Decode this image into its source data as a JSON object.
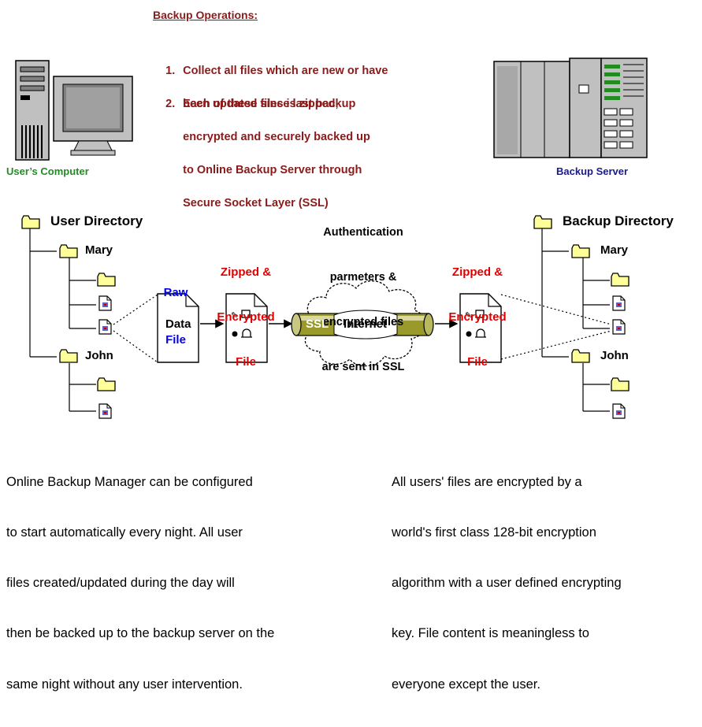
{
  "operations": {
    "title": "Backup Operations:",
    "steps": [
      {
        "number": "1.",
        "lines": [
          "Collect all files which are new or have",
          "been updated since last backup"
        ]
      },
      {
        "number": "2.",
        "lines": [
          "Each of these files is zipped,",
          "encrypted and securely backed up",
          "to Online Backup Server through",
          "Secure Socket Layer (SSL)"
        ]
      }
    ]
  },
  "computer": {
    "caption": "User’s Computer",
    "icon": "desktop-computer-icon"
  },
  "server": {
    "caption": "Backup Server",
    "icon": "server-rack-icon"
  },
  "user_tree": {
    "title": "User Directory",
    "folders": [
      "Mary",
      "John"
    ]
  },
  "backup_tree": {
    "title": "Backup Directory",
    "folders": [
      "Mary",
      "John"
    ]
  },
  "flow": {
    "raw_label": [
      "Raw",
      "File"
    ],
    "raw_doc_text": "Data",
    "zipped_label": [
      "Zipped &",
      "Encrypted",
      "File"
    ],
    "auth_label": [
      "Authentication",
      "parmeters &",
      "encrypted files",
      "are sent in SSL"
    ],
    "ssl_text": "SSL",
    "cloud_text": "Internet"
  },
  "paragraphs": {
    "left": [
      "Online Backup Manager can be configured",
      "to start automatically every night. All user",
      "files created/updated during the day will",
      "then be backed up to the backup server on the",
      "same night without any user intervention."
    ],
    "right": [
      "All users' files are encrypted by a",
      "world's first class 128-bit encryption",
      "algorithm with a user defined encrypting",
      "key. File content is meaningless to",
      "everyone except the user."
    ]
  },
  "colors": {
    "heading": "#8b1a1a",
    "computer_caption": "#228b22",
    "server_caption": "#1a1a8b",
    "red_label": "#e00000",
    "blue_label": "#0000ee",
    "folder": "#ffff99",
    "ssl_pipe": "#9a9a2a"
  }
}
